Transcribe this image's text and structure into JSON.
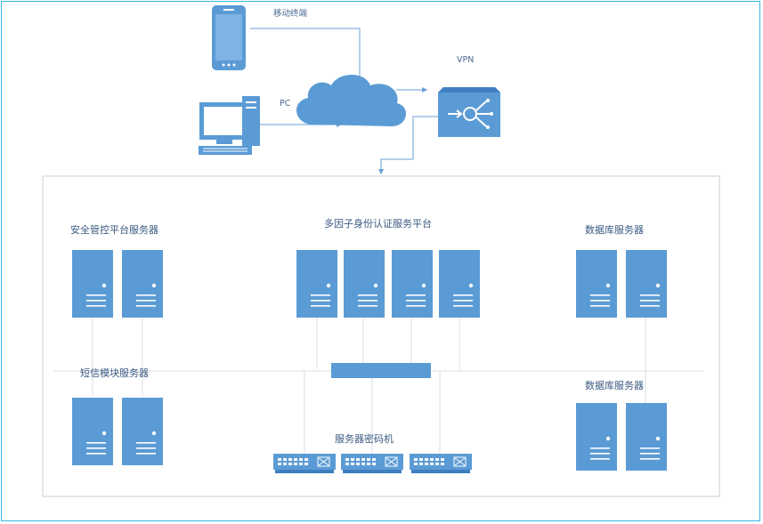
{
  "labels": {
    "mobile": "移动终端",
    "pc": "PC",
    "vpn": "VPN",
    "security_platform": "安全管控平台服务器",
    "mfa_platform": "多因子身份认证服务平台",
    "db_server_top": "数据库服务器",
    "sms_module": "短信模块服务器",
    "db_server_bottom": "数据库服务器",
    "hsm": "服务器密码机"
  },
  "colors": {
    "device_fill": "#5b9bd5",
    "device_dark": "#3f7fc0",
    "line": "#d9dde3",
    "link": "#6a9fd8",
    "border_outer": "#39b6e8",
    "panel_border": "#c8d0da"
  }
}
